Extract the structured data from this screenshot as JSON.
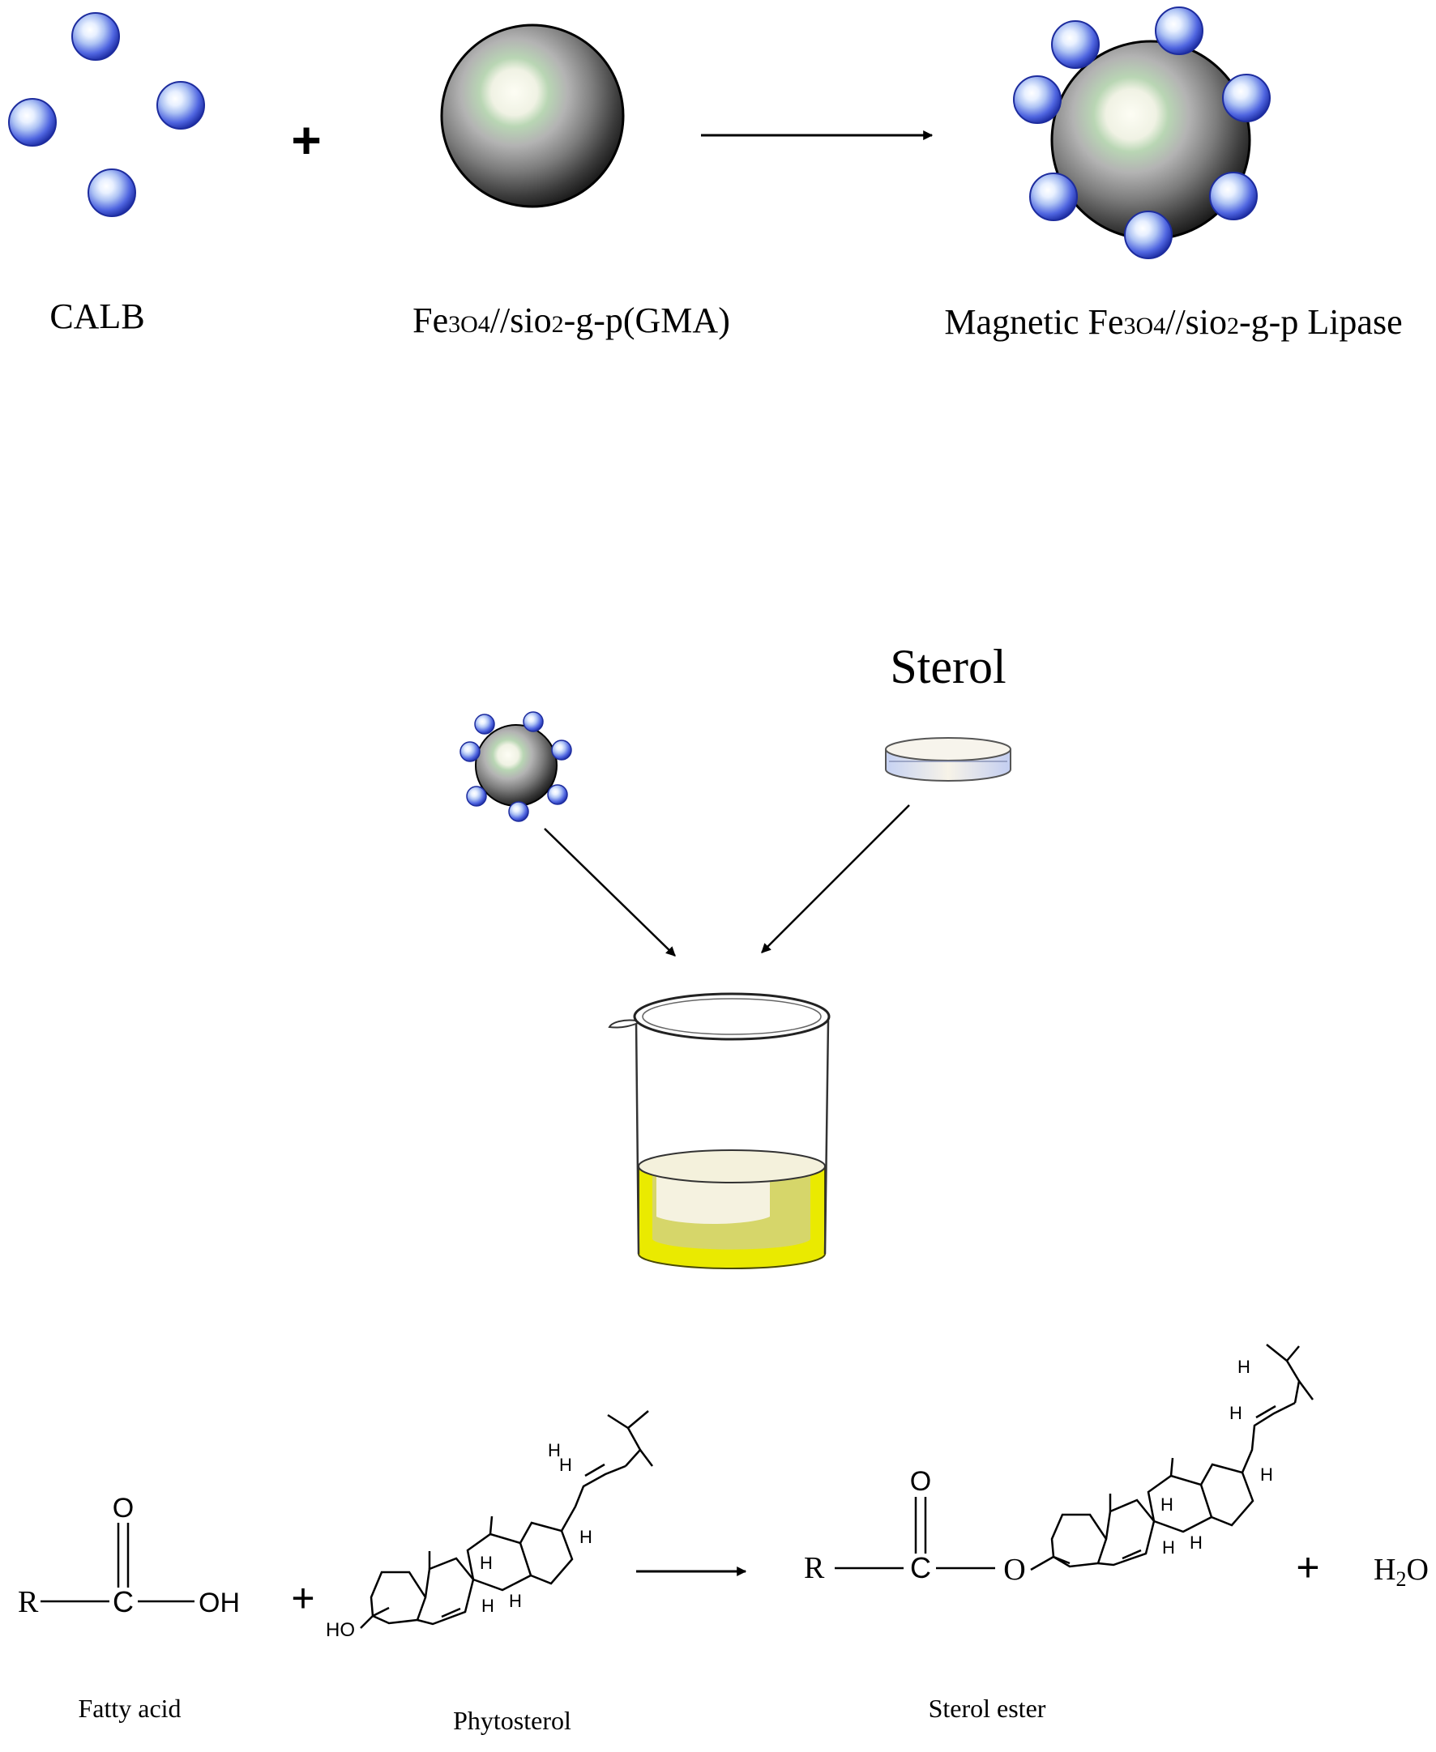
{
  "top": {
    "enzyme_label": "CALB",
    "plus": "+",
    "support_label_parts": [
      "Fe",
      "3",
      "O",
      "4",
      "//sio",
      "2",
      "-g-p(GMA)"
    ],
    "product_label_parts": [
      "Magnetic Fe",
      "3",
      "O",
      "4",
      "//sio",
      "2",
      "-g-p Lipase"
    ]
  },
  "middle": {
    "sterol_label": "Sterol"
  },
  "reaction": {
    "fatty_acid": {
      "R": "R",
      "C": "C",
      "O": "O",
      "OH": "OH",
      "name": "Fatty acid"
    },
    "plus1": "+",
    "phytosterol": {
      "HO": "HO",
      "H": "H",
      "name": "Phytosterol"
    },
    "sterol_ester": {
      "R": "R",
      "C": "C",
      "O_dbl": "O",
      "O_link": "O",
      "H": "H",
      "name": "Sterol ester"
    },
    "plus2": "+",
    "water": {
      "H": "H",
      "sub": "2",
      "O": "O"
    }
  },
  "colors": {
    "enzyme_bead": "#3a4fd6",
    "enzyme_highlight": "#dfe8ff",
    "magnetic_core": "#5a5a5a",
    "beaker_liquid": "#e6e600",
    "dish": "#b9c7ee"
  }
}
